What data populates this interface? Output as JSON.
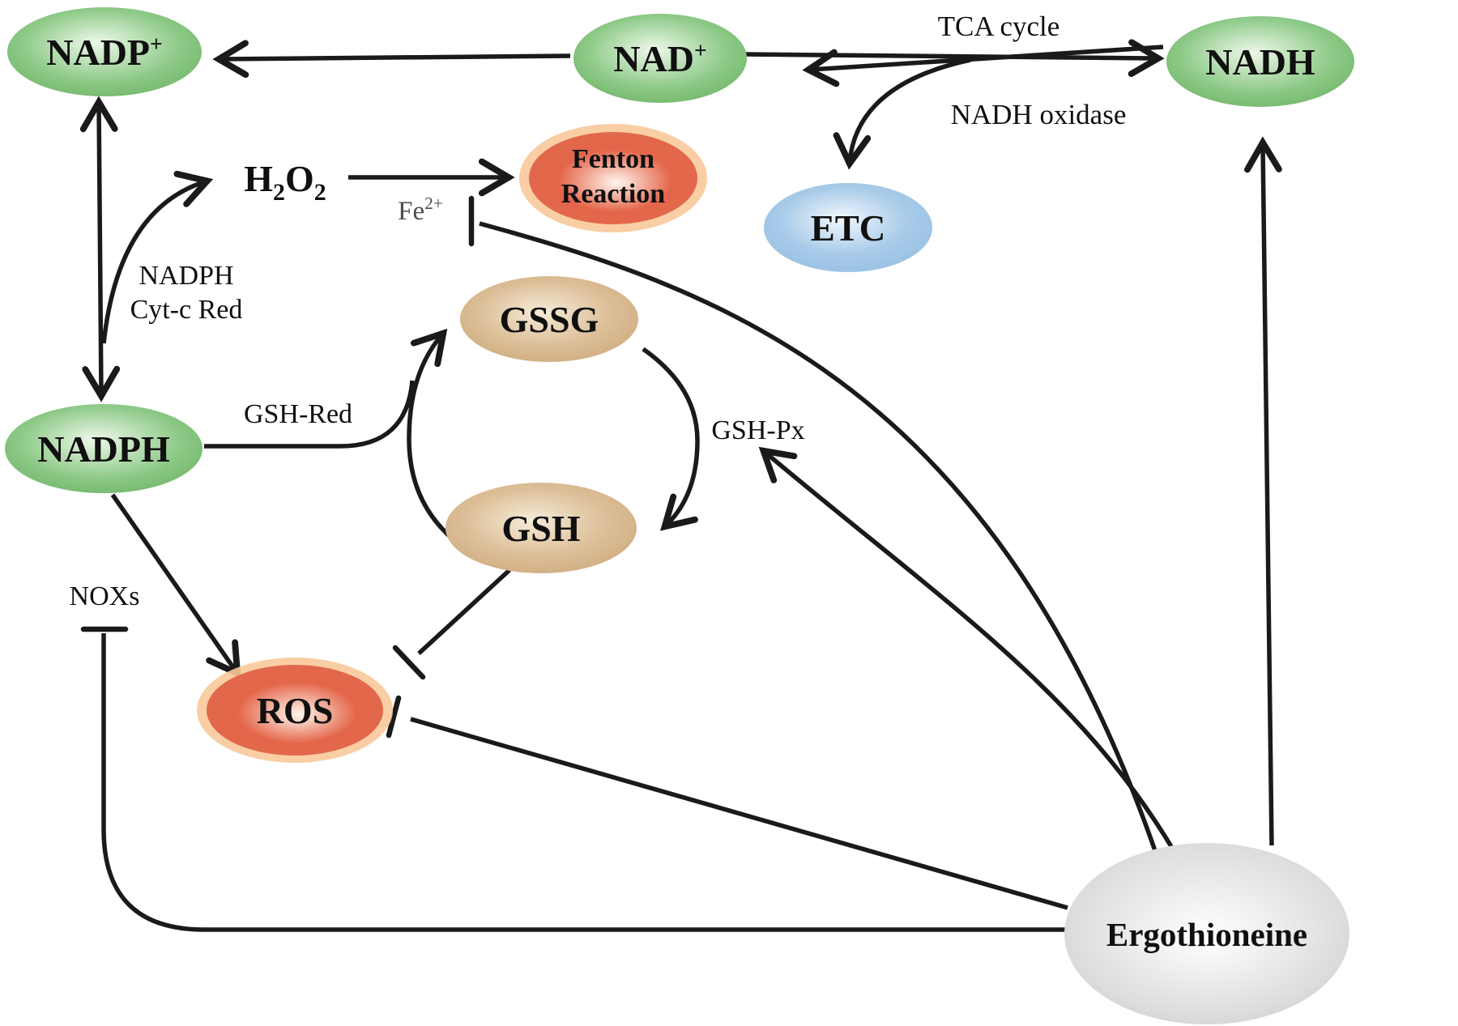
{
  "figure": {
    "description": "Redox pathway diagram of ergothioneine antioxidant actions",
    "background": "#ffffff"
  },
  "nodes": {
    "nadp": {
      "base": "NADP",
      "sup": "+"
    },
    "nad": {
      "base": "NAD",
      "sup": "+"
    },
    "nadh": {
      "label": "NADH"
    },
    "nadph": {
      "label": "NADPH"
    },
    "gssg": {
      "label": "GSSG"
    },
    "gsh": {
      "label": "GSH"
    },
    "fenton": {
      "line1": "Fenton",
      "line2": "Reaction"
    },
    "etc": {
      "label": "ETC"
    },
    "ros": {
      "label": "ROS"
    },
    "ergothioneine": {
      "label": "Ergothioneine"
    }
  },
  "labels": {
    "tca_cycle": "TCA cycle",
    "nadh_oxidase": "NADH oxidase",
    "h2o2": {
      "p1": "H",
      "s1": "2",
      "p2": "O",
      "s2": "2"
    },
    "fe": {
      "base": "Fe",
      "sup": "2+"
    },
    "nadph_cytc_line1": "NADPH",
    "nadph_cytc_line2": "Cyt-c Red",
    "gsh_red": "GSH-Red",
    "gsh_px": "GSH-Px",
    "noxs": "NOXs"
  },
  "edges": [
    {
      "from": "NAD+",
      "to": "NADP+",
      "type": "arrow"
    },
    {
      "from": "NAD+",
      "to": "NADH",
      "type": "arrow",
      "label": "TCA cycle"
    },
    {
      "from": "NADH",
      "to": "NAD+",
      "type": "arrow"
    },
    {
      "from": "NADH",
      "to": "ETC",
      "type": "arrow",
      "label": "NADH oxidase"
    },
    {
      "from": "NADPH",
      "to": "NADP+",
      "type": "double-arrow"
    },
    {
      "from": "NADPH",
      "to": "H2O2",
      "type": "arrow",
      "label": "NADPH Cyt-c Red"
    },
    {
      "from": "H2O2",
      "to": "Fenton Reaction",
      "type": "arrow"
    },
    {
      "from": "NADPH",
      "to": "GSSG",
      "type": "arrow",
      "label": "GSH-Red"
    },
    {
      "from": "GSH",
      "to": "GSSG",
      "type": "arrow"
    },
    {
      "from": "GSSG",
      "to": "GSH",
      "type": "arrow",
      "label": "GSH-Px"
    },
    {
      "from": "NADPH",
      "to": "ROS",
      "type": "arrow"
    },
    {
      "from": "GSH",
      "to": "ROS",
      "type": "inhibition"
    },
    {
      "from": "Ergothioneine",
      "to": "ROS",
      "type": "inhibition"
    },
    {
      "from": "Ergothioneine",
      "to": "Fe2+",
      "type": "inhibition"
    },
    {
      "from": "Ergothioneine",
      "to": "GSH-Px",
      "type": "arrow"
    },
    {
      "from": "Ergothioneine",
      "to": "NOXs",
      "type": "inhibition"
    },
    {
      "from": "Ergothioneine",
      "to": "NADH",
      "type": "arrow"
    }
  ],
  "colors": {
    "stroke": "#1a1a1a",
    "text": "#101010",
    "fe_text": "#4d4d4d",
    "green": {
      "hi": "#eef8ea",
      "mid": "#8cc986",
      "edge": "#62aa58"
    },
    "tan": {
      "hi": "#f6ecd9",
      "mid": "#dcbe97",
      "edge": "#c8a273"
    },
    "red": {
      "hi": "#fff6ee",
      "mid": "#e4664a",
      "edge": "#e06a4c",
      "glow": "#f8c99b"
    },
    "blue": {
      "hi": "#f2f8fd",
      "mid": "#a8cbe9",
      "edge": "#8fbade"
    },
    "gray": {
      "hi": "#ffffff",
      "mid": "#dddddd",
      "edge": "#c2c2c2"
    }
  }
}
